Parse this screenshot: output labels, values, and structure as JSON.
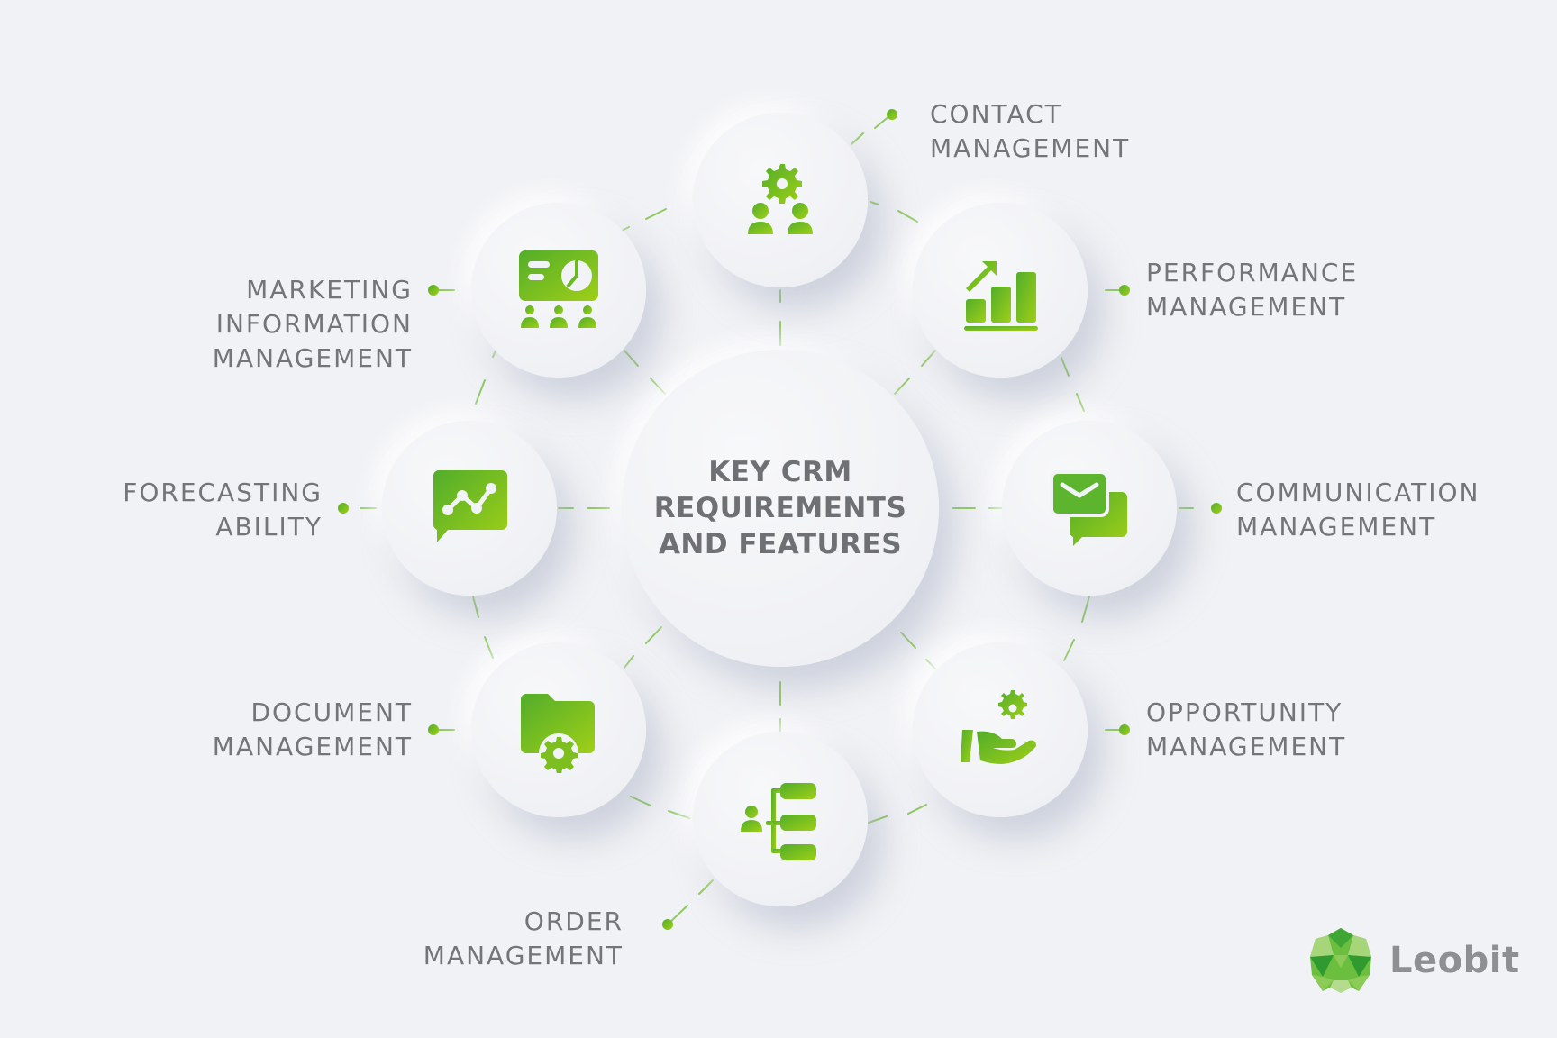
{
  "diagram": {
    "title_lines": [
      "KEY CRM",
      "REQUIREMENTS",
      "AND FEATURES"
    ],
    "accent_color": "#5db42d",
    "accent_light": "#9ccb16",
    "text_color": "#747579",
    "background": "#f1f2f5",
    "nodes": [
      {
        "id": "contact",
        "icon": "people-gear-icon",
        "label_lines": [
          "CONTACT",
          "MANAGEMENT"
        ]
      },
      {
        "id": "performance",
        "icon": "bar-chart-up-icon",
        "label_lines": [
          "PERFORMANCE",
          "MANAGEMENT"
        ]
      },
      {
        "id": "communication",
        "icon": "chat-envelope-icon",
        "label_lines": [
          "COMMUNICATION",
          "MANAGEMENT"
        ]
      },
      {
        "id": "opportunity",
        "icon": "hand-gear-icon",
        "label_lines": [
          "OPPORTUNITY",
          "MANAGEMENT"
        ]
      },
      {
        "id": "order",
        "icon": "person-hierarchy-icon",
        "label_lines": [
          "ORDER",
          "MANAGEMENT"
        ]
      },
      {
        "id": "document",
        "icon": "folder-gear-icon",
        "label_lines": [
          "DOCUMENT",
          "MANAGEMENT"
        ]
      },
      {
        "id": "forecasting",
        "icon": "chat-line-chart-icon",
        "label_lines": [
          "FORECASTING",
          "ABILITY"
        ]
      },
      {
        "id": "marketing",
        "icon": "presentation-audience-icon",
        "label_lines": [
          "MARKETING",
          "INFORMATION",
          "MANAGEMENT"
        ]
      }
    ]
  },
  "brand": {
    "name": "Leobit",
    "logo_icon": "lion-head-logo-icon"
  }
}
